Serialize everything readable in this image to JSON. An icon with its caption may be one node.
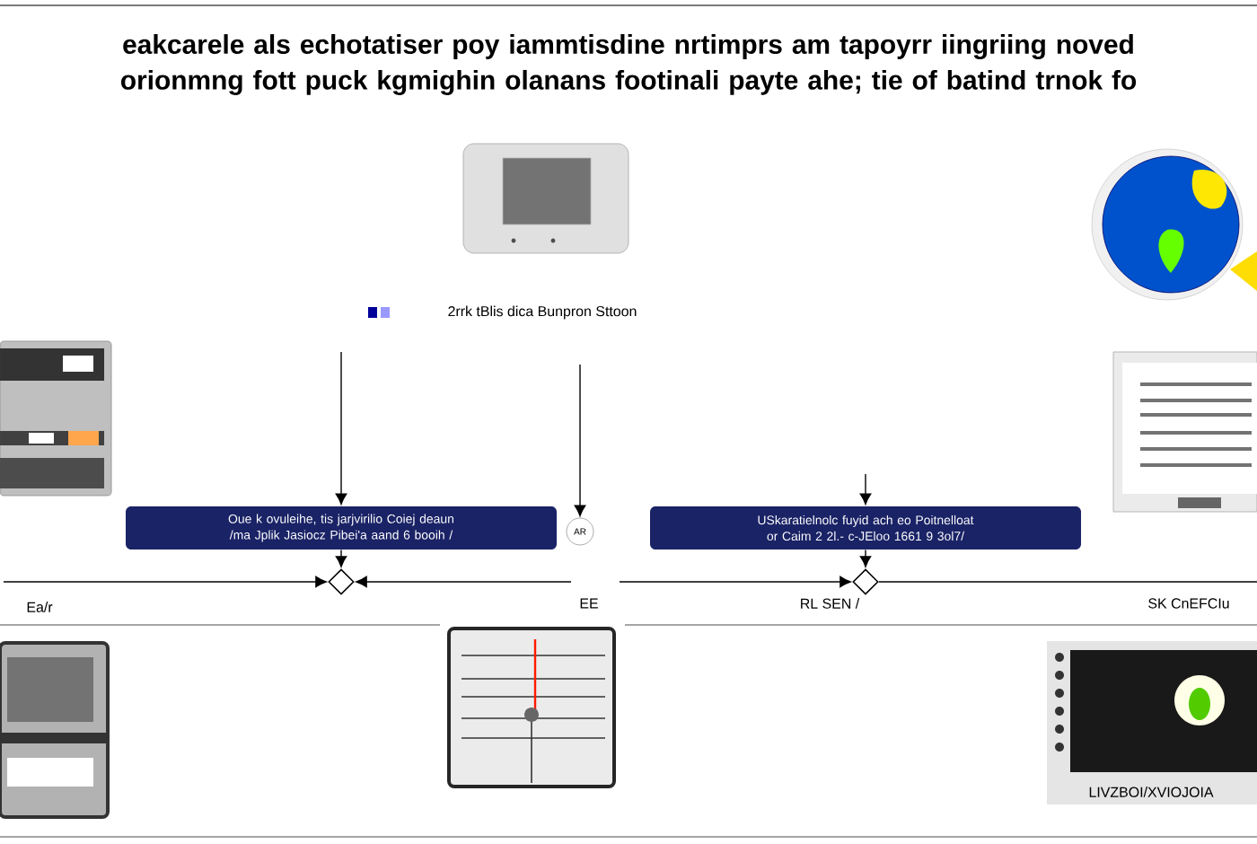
{
  "diagram": {
    "title": "eakcarele als echotatiser poy iammtisdine nrtimprs am tapoyrr iingriing noved orionmng fott puck kgmighin olanans footinali payte ahe; tie of batind trnok fo",
    "nodes": [
      {
        "text": [
          "Oue k ovuleihe, tis jarjvirilio Coiej deaun /ma Jplik Jasiocz Pibei'a aand 6 booih /"
        ]
      },
      {
        "text": [
          "AR"
        ]
      },
      {
        "text": [
          "USkaratielnolc fuyid ach eo Poitnelloat or Caim 2 2l.- c-JEloo 1661 9 3ol7/"
        ]
      },
      {
        "text": [],
        "shape": "diamond"
      },
      {
        "text": [],
        "shape": "diamond"
      }
    ],
    "edges": [
      {
        "from": null,
        "to": 0,
        "arrow": "to"
      },
      {
        "from": null,
        "to": 1,
        "arrow": "to"
      },
      {
        "from": null,
        "to": 2,
        "arrow": "to"
      },
      {
        "from": 0,
        "to": 3,
        "arrow": "to"
      },
      {
        "from": null,
        "to": 3,
        "arrow": "to"
      },
      {
        "from": null,
        "to": 3,
        "arrow": "to"
      },
      {
        "from": null,
        "to": 4,
        "arrow": "to"
      },
      {
        "from": 2,
        "to": 4,
        "arrow": "to"
      },
      {
        "from": 4,
        "to": null,
        "arrow": "none"
      }
    ],
    "labels": [
      "2rrk tBlis dica Bunpron Sttoon",
      "Ea/r",
      "EE",
      "RL SEN /",
      "SK CnEFCIu",
      "LIVZBOI/XVIOJOIA"
    ]
  }
}
